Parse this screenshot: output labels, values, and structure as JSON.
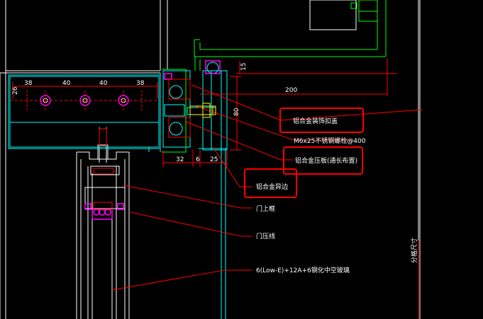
{
  "colors": {
    "background": "#000000",
    "white": "#ffffff",
    "cyan": "#00ffff",
    "green": "#00ff00",
    "red": "#ff0000",
    "yellow": "#ffff00",
    "magenta": "#ff00ff"
  },
  "dimensions": {
    "top_left": [
      "26",
      "38",
      "40",
      "40",
      "38"
    ],
    "bottom": [
      "32",
      "6",
      "25"
    ],
    "vertical_80": "80",
    "top_15": "15",
    "span_200": "200"
  },
  "labels": {
    "cover_plate": "铝合金装饰扣盖",
    "bolt": "M6x25不锈钢螺栓@400",
    "pressure_plate": "铝合金压板(通长布置)",
    "fin": "铝合金异边",
    "door_upper": "门上框",
    "door_stop": "门压线",
    "glass": "6(Low-E)+12A+6钢化中空玻璃",
    "vertical_right": "分格尺寸"
  },
  "highlight_boxes": [
    "cover_plate",
    "pressure_plate",
    "fin"
  ]
}
